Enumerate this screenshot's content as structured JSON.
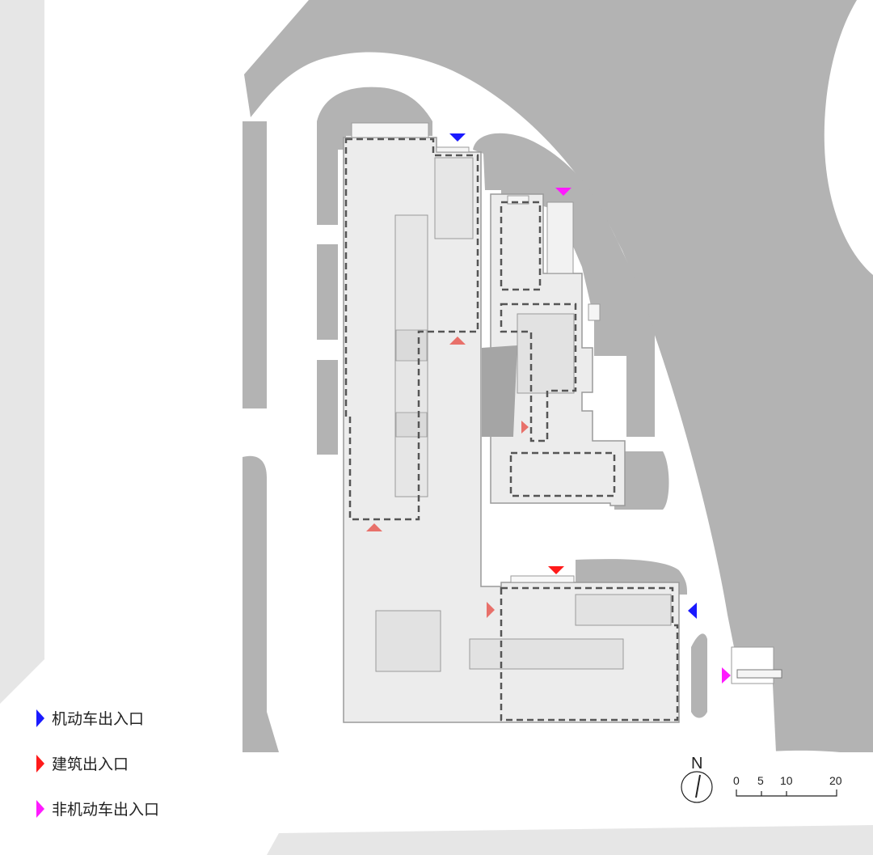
{
  "legend": {
    "items": [
      {
        "label": "机动车出入口",
        "color": "#1a1aff"
      },
      {
        "label": "建筑出入口",
        "color": "#ff1a1a"
      },
      {
        "label": "非机动车出入口",
        "color": "#ff1aff"
      }
    ]
  },
  "north_arrow": {
    "label": "N"
  },
  "scale_bar": {
    "ticks": [
      "0",
      "5",
      "10",
      "20"
    ]
  },
  "colors": {
    "road_gray": "#b3b3b3",
    "light_gray": "#e6e6e6",
    "building_fill": "#ececec",
    "building_edge": "#9a9a9a",
    "dash": "#555555",
    "vehicle_entrance": "#1a1aff",
    "building_entrance_main": "#ff1a1a",
    "building_entrance_secondary": "#e8706a",
    "bicycle_entrance": "#ff1aff"
  }
}
